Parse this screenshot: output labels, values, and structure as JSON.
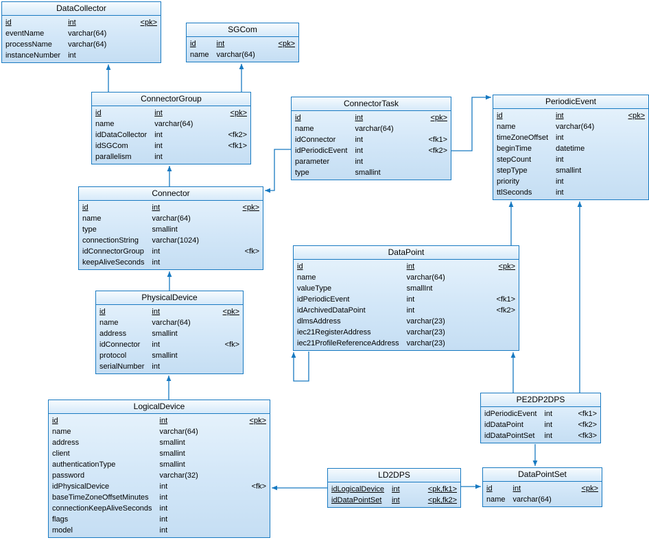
{
  "diagram": {
    "kind": "physical-data-model",
    "colors": {
      "table_border": "#1779c1",
      "relation_line": "#1779c1",
      "table_fill_top": "#e9f4fc",
      "table_fill_bottom": "#c5def3"
    },
    "tables": [
      {
        "name": "DataCollector",
        "columns": [
          {
            "name": "id",
            "type": "int",
            "key": "<pk>",
            "pk": true
          },
          {
            "name": "eventName",
            "type": "varchar(64)",
            "key": ""
          },
          {
            "name": "processName",
            "type": "varchar(64)",
            "key": ""
          },
          {
            "name": "instanceNumber",
            "type": "int",
            "key": ""
          }
        ]
      },
      {
        "name": "SGCom",
        "columns": [
          {
            "name": "id",
            "type": "int",
            "key": "<pk>",
            "pk": true
          },
          {
            "name": "name",
            "type": "varchar(64)",
            "key": ""
          }
        ]
      },
      {
        "name": "ConnectorGroup",
        "columns": [
          {
            "name": "id",
            "type": "int",
            "key": "<pk>",
            "pk": true
          },
          {
            "name": "name",
            "type": "varchar(64)",
            "key": ""
          },
          {
            "name": "idDataCollector",
            "type": "int",
            "key": "<fk2>"
          },
          {
            "name": "idSGCom",
            "type": "int",
            "key": "<fk1>"
          },
          {
            "name": "parallelism",
            "type": "int",
            "key": ""
          }
        ]
      },
      {
        "name": "ConnectorTask",
        "columns": [
          {
            "name": "id",
            "type": "int",
            "key": "<pk>",
            "pk": true
          },
          {
            "name": "name",
            "type": "varchar(64)",
            "key": ""
          },
          {
            "name": "idConnector",
            "type": "int",
            "key": "<fk1>"
          },
          {
            "name": "idPeriodicEvent",
            "type": "int",
            "key": "<fk2>"
          },
          {
            "name": "parameter",
            "type": "int",
            "key": ""
          },
          {
            "name": "type",
            "type": "smallint",
            "key": ""
          }
        ]
      },
      {
        "name": "PeriodicEvent",
        "columns": [
          {
            "name": "id",
            "type": "int",
            "key": "<pk>",
            "pk": true
          },
          {
            "name": "name",
            "type": "varchar(64)",
            "key": ""
          },
          {
            "name": "timeZoneOffset",
            "type": "int",
            "key": ""
          },
          {
            "name": "beginTime",
            "type": "datetime",
            "key": ""
          },
          {
            "name": "stepCount",
            "type": "int",
            "key": ""
          },
          {
            "name": "stepType",
            "type": "smallint",
            "key": ""
          },
          {
            "name": "priority",
            "type": "int",
            "key": ""
          },
          {
            "name": "ttlSeconds",
            "type": "int",
            "key": ""
          }
        ]
      },
      {
        "name": "Connector",
        "columns": [
          {
            "name": "id",
            "type": "int",
            "key": "<pk>",
            "pk": true
          },
          {
            "name": "name",
            "type": "varchar(64)",
            "key": ""
          },
          {
            "name": "type",
            "type": "smallint",
            "key": ""
          },
          {
            "name": "connectionString",
            "type": "varchar(1024)",
            "key": ""
          },
          {
            "name": "idConnectorGroup",
            "type": "int",
            "key": "<fk>"
          },
          {
            "name": "keepAliveSeconds",
            "type": "int",
            "key": ""
          }
        ]
      },
      {
        "name": "DataPoint",
        "columns": [
          {
            "name": "id",
            "type": "int",
            "key": "<pk>",
            "pk": true
          },
          {
            "name": "name",
            "type": "varchar(64)",
            "key": ""
          },
          {
            "name": "valueType",
            "type": "smallInt",
            "key": ""
          },
          {
            "name": "idPeriodicEvent",
            "type": "int",
            "key": "<fk1>"
          },
          {
            "name": "idArchivedDataPoint",
            "type": "int",
            "key": "<fk2>"
          },
          {
            "name": "dlmsAddress",
            "type": "varchar(23)",
            "key": ""
          },
          {
            "name": "iec21RegisterAddress",
            "type": "varchar(23)",
            "key": ""
          },
          {
            "name": "iec21ProfileReferenceAddress",
            "type": "varchar(23)",
            "key": ""
          }
        ]
      },
      {
        "name": "PhysicalDevice",
        "columns": [
          {
            "name": "id",
            "type": "int",
            "key": "<pk>",
            "pk": true
          },
          {
            "name": "name",
            "type": "varchar(64)",
            "key": ""
          },
          {
            "name": "address",
            "type": "smallint",
            "key": ""
          },
          {
            "name": "idConnector",
            "type": "int",
            "key": "<fk>"
          },
          {
            "name": "protocol",
            "type": "smallint",
            "key": ""
          },
          {
            "name": "serialNumber",
            "type": "int",
            "key": ""
          }
        ]
      },
      {
        "name": "PE2DP2DPS",
        "columns": [
          {
            "name": "idPeriodicEvent",
            "type": "int",
            "key": "<fk1>"
          },
          {
            "name": "idDataPoint",
            "type": "int",
            "key": "<fk2>"
          },
          {
            "name": "idDataPointSet",
            "type": "int",
            "key": "<fk3>"
          }
        ]
      },
      {
        "name": "LogicalDevice",
        "columns": [
          {
            "name": "id",
            "type": "int",
            "key": "<pk>",
            "pk": true
          },
          {
            "name": "name",
            "type": "varchar(64)",
            "key": ""
          },
          {
            "name": "address",
            "type": "smallint",
            "key": ""
          },
          {
            "name": "client",
            "type": "smallint",
            "key": ""
          },
          {
            "name": "authenticationType",
            "type": "smallint",
            "key": ""
          },
          {
            "name": "password",
            "type": "varchar(32)",
            "key": ""
          },
          {
            "name": "idPhysicalDevice",
            "type": "int",
            "key": "<fk>"
          },
          {
            "name": "baseTimeZoneOffsetMinutes",
            "type": "int",
            "key": ""
          },
          {
            "name": "connectionKeepAliveSeconds",
            "type": "int",
            "key": ""
          },
          {
            "name": "flags",
            "type": "int",
            "key": ""
          },
          {
            "name": "model",
            "type": "int",
            "key": ""
          }
        ]
      },
      {
        "name": "LD2DPS",
        "columns": [
          {
            "name": "idLogicalDevice",
            "type": "int",
            "key": "<pk,fk1>",
            "pk": true
          },
          {
            "name": "idDataPointSet",
            "type": "int",
            "key": "<pk,fk2>",
            "pk": true
          }
        ]
      },
      {
        "name": "DataPointSet",
        "columns": [
          {
            "name": "id",
            "type": "int",
            "key": "<pk>",
            "pk": true
          },
          {
            "name": "name",
            "type": "varchar(64)",
            "key": ""
          }
        ]
      }
    ],
    "relations": [
      {
        "from": "ConnectorGroup",
        "to": "DataCollector"
      },
      {
        "from": "ConnectorGroup",
        "to": "SGCom"
      },
      {
        "from": "Connector",
        "to": "ConnectorGroup"
      },
      {
        "from": "ConnectorTask",
        "to": "Connector"
      },
      {
        "from": "ConnectorTask",
        "to": "PeriodicEvent"
      },
      {
        "from": "PhysicalDevice",
        "to": "Connector"
      },
      {
        "from": "LogicalDevice",
        "to": "PhysicalDevice"
      },
      {
        "from": "DataPoint",
        "to": "PeriodicEvent"
      },
      {
        "from": "DataPoint",
        "to": "DataPoint"
      },
      {
        "from": "PE2DP2DPS",
        "to": "DataPoint"
      },
      {
        "from": "PE2DP2DPS",
        "to": "PeriodicEvent"
      },
      {
        "from": "PE2DP2DPS",
        "to": "DataPointSet"
      },
      {
        "from": "LD2DPS",
        "to": "LogicalDevice"
      },
      {
        "from": "LD2DPS",
        "to": "DataPointSet"
      }
    ]
  }
}
